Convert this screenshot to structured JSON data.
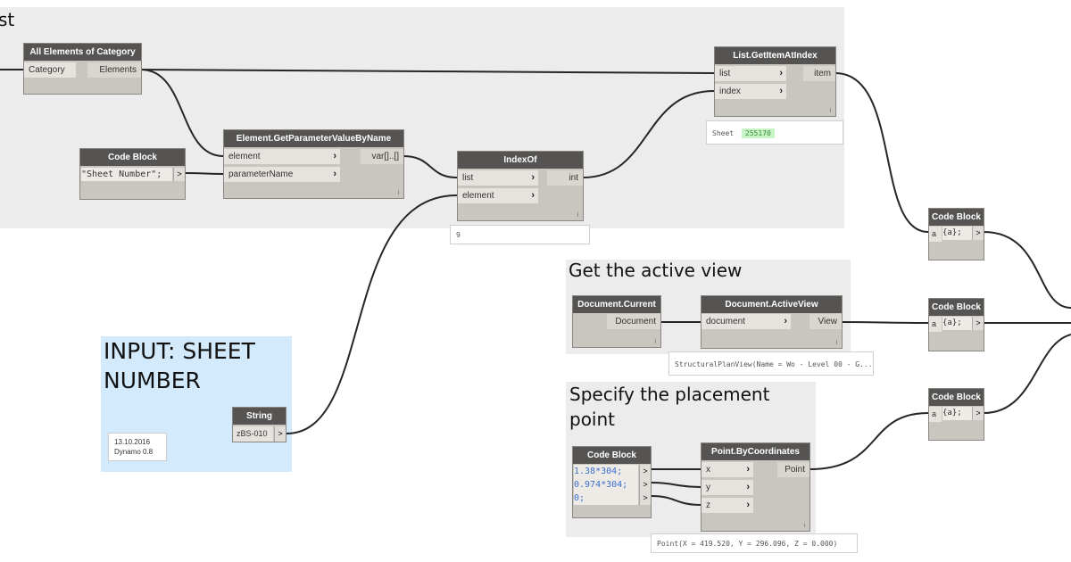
{
  "groups": {
    "top": {
      "title": "st"
    },
    "active_view": {
      "title": "Get the active view"
    },
    "input": {
      "title": "INPUT: SHEET NUMBER"
    },
    "placement": {
      "title": "Specify the placement point"
    }
  },
  "nodes": {
    "all_elements": {
      "title": "All Elements of Category",
      "in": [
        "Category"
      ],
      "out": [
        "Elements"
      ]
    },
    "code_block_sheet": {
      "title": "Code Block",
      "code": "\"Sheet Number\";",
      "arrow": ">"
    },
    "get_param": {
      "title": "Element.GetParameterValueByName",
      "in": [
        "element",
        "parameterName"
      ],
      "out": [
        "var[]..[]"
      ]
    },
    "index_of": {
      "title": "IndexOf",
      "in": [
        "list",
        "element"
      ],
      "out": [
        "int"
      ]
    },
    "get_item": {
      "title": "List.GetItemAtIndex",
      "in": [
        "list",
        "index"
      ],
      "out": [
        "item"
      ]
    },
    "code_a1": {
      "title": "Code Block",
      "port": "a",
      "code": "{a};",
      "arrow": ">"
    },
    "code_a2": {
      "title": "Code Block",
      "port": "a",
      "code": "{a};",
      "arrow": ">"
    },
    "code_a3": {
      "title": "Code Block",
      "port": "a",
      "code": "{a};",
      "arrow": ">"
    },
    "doc_current": {
      "title": "Document.Current",
      "out": [
        "Document"
      ]
    },
    "active_view": {
      "title": "Document.ActiveView",
      "in": [
        "document"
      ],
      "out": [
        "View"
      ]
    },
    "string": {
      "title": "String",
      "value": "zBS-010",
      "arrow": ">"
    },
    "code_coords": {
      "title": "Code Block",
      "lines": [
        "1.38*304;",
        "0.974*304;",
        "0;"
      ],
      "arrows": [
        ">",
        ">",
        ">"
      ]
    },
    "point": {
      "title": "Point.ByCoordinates",
      "in": [
        "x",
        "y",
        "z"
      ],
      "out": [
        "Point"
      ]
    }
  },
  "previews": {
    "sheet": {
      "label": "Sheet",
      "value": "255170"
    },
    "index": "9",
    "view": "StructuralPlanView(Name = Wo - Level 00 - G...",
    "point": "Point(X = 419.520, Y = 296.096, Z = 0.000)"
  },
  "note": {
    "date": "13.10.2016",
    "version": "Dynamo 0.8"
  },
  "node_footer": "i",
  "colors": {
    "node_header": "#555453",
    "node_body": "#c9c5bf",
    "group_bg": "#ececec",
    "input_group_bg": "#d3eafc",
    "preview_green": "#c9f5c6"
  }
}
